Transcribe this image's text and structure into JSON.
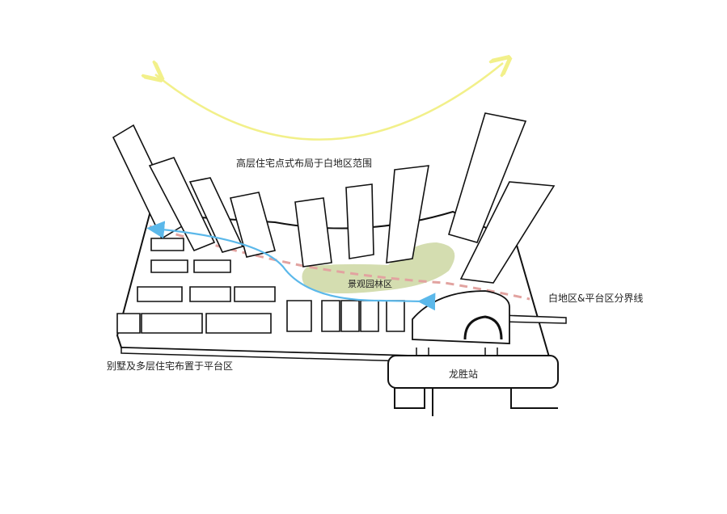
{
  "labels": {
    "highrise": "高层住宅点式布局于白地区范围",
    "landscape": "景观园林区",
    "boundary": "白地区&平台区分界线",
    "villas": "别墅及多层住宅布置于平台区",
    "station": "龙胜站"
  },
  "colors": {
    "sun_arc": "#f2f08a",
    "flow_arrow": "#5bb8ea",
    "boundary_line": "#e2a3a0",
    "landscape": "#d4ddb0",
    "outline": "#111111"
  }
}
